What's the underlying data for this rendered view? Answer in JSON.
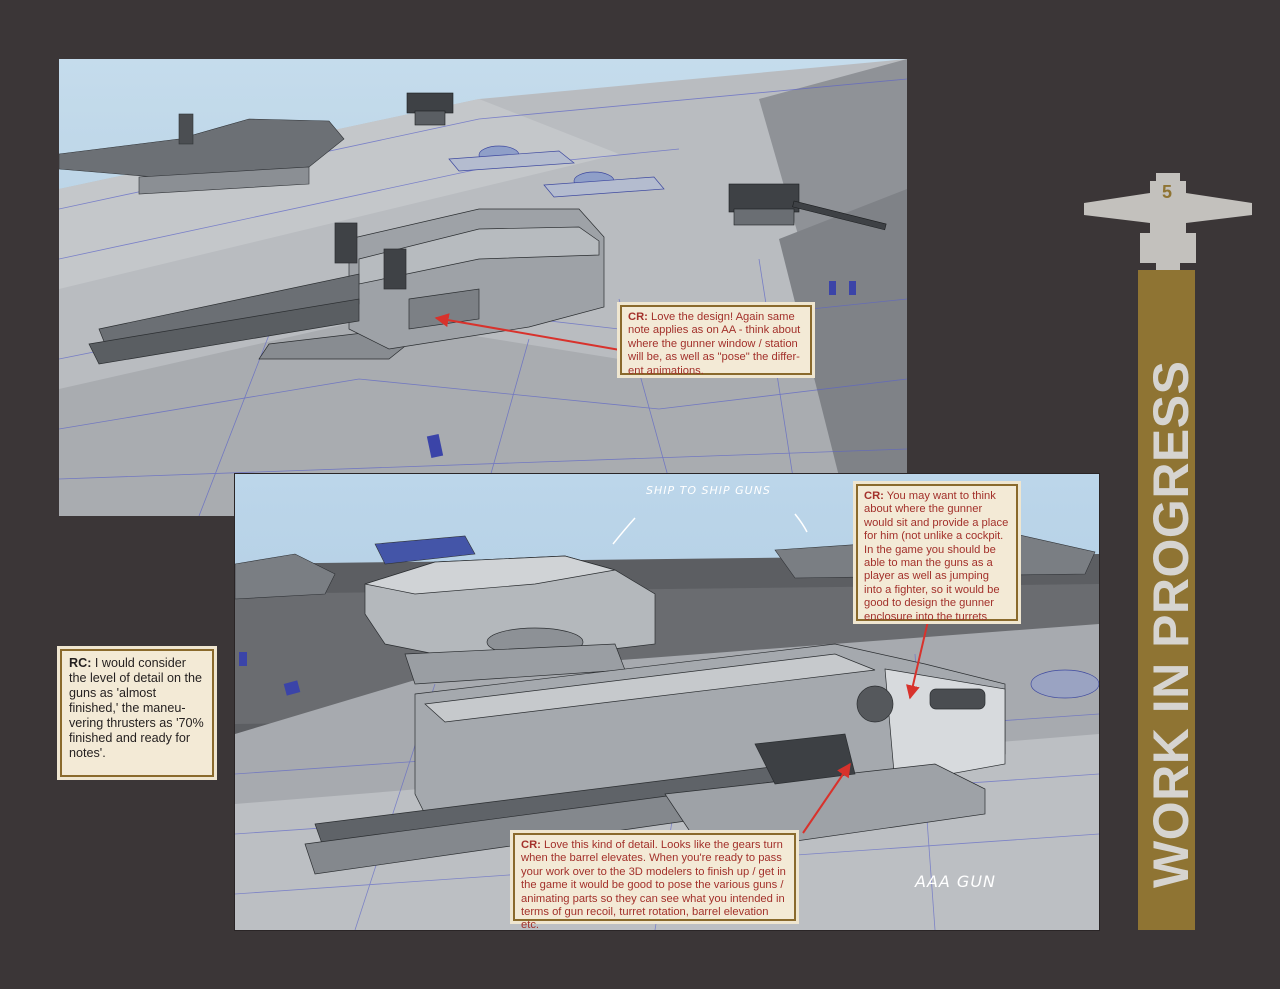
{
  "sidebar": {
    "title": "WORK IN PROGRESS",
    "chapter_number": "5",
    "accent_color": "#8f7433",
    "logo_icon": "starfighter-icon"
  },
  "renders": {
    "top_label": "",
    "bottom_handwritten_top": "SHIP TO SHIP GUNS",
    "bottom_handwritten_corner": "AAA GUN"
  },
  "notes": {
    "top": {
      "tag": "CR:",
      "text": " Love the design! Again same note applies as on AA - think about where the gunner window / station will be, as well as \"pose\" the differ-ent animations."
    },
    "right": {
      "tag": "CR:",
      "text": " You may want to think about where the gunner would sit and provide a place for him (not unlike a cockpit. In the game you should be able to man the guns as a player as well as jumping into a fighter, so it would be good to design the gunner enclosure into the turrets"
    },
    "bottom": {
      "tag": "CR:",
      "text": " Love this kind of detail. Looks like the gears turn when the barrel elevates.  When you're ready to pass your work over to the 3D modelers to finish up / get in the game it would be good to pose the various guns / animating parts so they can see what you intended in terms of gun recoil, turret rotation, barrel elevation etc."
    },
    "left": {
      "tag": "RC:",
      "text": " I would consider the level of detail on the guns as 'almost finished,' the maneu-vering thrusters as '70% finished and ready for notes'."
    }
  },
  "colors": {
    "page_background": "#3b3637",
    "note_background": "#f3ead6",
    "note_border": "#8a6a2c",
    "note_text": "#a3312b",
    "arrow": "#d8322c"
  }
}
